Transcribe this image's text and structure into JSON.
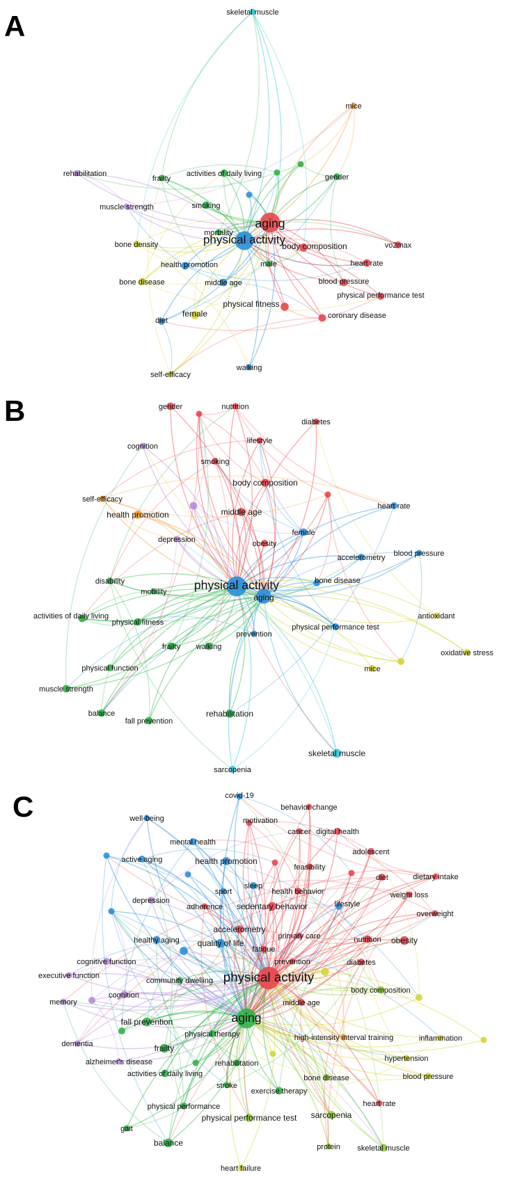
{
  "colors": {
    "red": "#e8464d",
    "cyan": "#35c6d7",
    "orange": "#f39a35",
    "green": "#2fb34a",
    "blue": "#2a8fd8",
    "yellow": "#d6d43a",
    "purple": "#b98ad8",
    "lime": "#8cc83a"
  },
  "panels": [
    {
      "letter": "A",
      "nodes": [
        {
          "id": "skeletal_muscle",
          "label": "skeletal muscle",
          "c": "cyan",
          "w": 1
        },
        {
          "id": "mice",
          "label": "mice",
          "c": "orange",
          "w": 1
        },
        {
          "id": "rehabilitation",
          "label": "rehabilitation",
          "c": "purple",
          "w": 1
        },
        {
          "id": "frailty",
          "label": "frailty",
          "c": "green",
          "w": 1
        },
        {
          "id": "adl",
          "label": "activities of daily living",
          "c": "green",
          "w": 1.2
        },
        {
          "id": "n_g1",
          "label": "",
          "c": "green",
          "w": 1
        },
        {
          "id": "n_g2",
          "label": "",
          "c": "green",
          "w": 1
        },
        {
          "id": "gender",
          "label": "gender",
          "c": "green",
          "w": 1.1
        },
        {
          "id": "muscle_strength",
          "label": "muscle strength",
          "c": "purple",
          "w": 1
        },
        {
          "id": "smoking",
          "label": "smoking",
          "c": "green",
          "w": 1.2
        },
        {
          "id": "n_b1",
          "label": "",
          "c": "blue",
          "w": 1
        },
        {
          "id": "aging",
          "label": "aging",
          "c": "red",
          "w": 3.2
        },
        {
          "id": "bone_density",
          "label": "bone density",
          "c": "yellow",
          "w": 1.1
        },
        {
          "id": "mortality",
          "label": "mortality",
          "c": "green",
          "w": 1
        },
        {
          "id": "physical_activity",
          "label": "physical activity",
          "c": "blue",
          "w": 3.0
        },
        {
          "id": "body_composition",
          "label": "body composition",
          "c": "red",
          "w": 1.3
        },
        {
          "id": "vo2max",
          "label": "vo2max",
          "c": "red",
          "w": 1.1
        },
        {
          "id": "health_promotion",
          "label": "health promotion",
          "c": "blue",
          "w": 1.2
        },
        {
          "id": "male",
          "label": "male",
          "c": "green",
          "w": 1
        },
        {
          "id": "heart_rate",
          "label": "heart rate",
          "c": "red",
          "w": 1.2
        },
        {
          "id": "bone_disease",
          "label": "bone disease",
          "c": "yellow",
          "w": 1.2
        },
        {
          "id": "middle_age",
          "label": "middle age",
          "c": "blue",
          "w": 1.2
        },
        {
          "id": "blood_pressure",
          "label": "blood pressure",
          "c": "red",
          "w": 1.2
        },
        {
          "id": "physical_performance_test",
          "label": "physical performance test",
          "c": "red",
          "w": 1.1
        },
        {
          "id": "physical_fitness",
          "label": "physical fitness",
          "c": "red",
          "w": 1.3
        },
        {
          "id": "female",
          "label": "female",
          "c": "yellow",
          "w": 1.3
        },
        {
          "id": "diet",
          "label": "diet",
          "c": "blue",
          "w": 1.1
        },
        {
          "id": "coronary_disease",
          "label": "coronary disease",
          "c": "red",
          "w": 1.2
        },
        {
          "id": "self_efficacy",
          "label": "self-efficacy",
          "c": "yellow",
          "w": 1
        },
        {
          "id": "walking",
          "label": "walking",
          "c": "blue",
          "w": 1
        }
      ]
    },
    {
      "letter": "B",
      "nodes": [
        {
          "id": "gender",
          "label": "gender",
          "c": "red",
          "w": 1.2
        },
        {
          "id": "n_r1",
          "label": "",
          "c": "red",
          "w": 1
        },
        {
          "id": "nutrition",
          "label": "nutrition",
          "c": "red",
          "w": 1
        },
        {
          "id": "diabetes",
          "label": "diabetes",
          "c": "red",
          "w": 1
        },
        {
          "id": "lifestyle",
          "label": "lifestyle",
          "c": "red",
          "w": 1
        },
        {
          "id": "cognition",
          "label": "cognition",
          "c": "purple",
          "w": 1
        },
        {
          "id": "smoking",
          "label": "smoking",
          "c": "red",
          "w": 1.1
        },
        {
          "id": "body_composition",
          "label": "body composition",
          "c": "red",
          "w": 1.3
        },
        {
          "id": "self_efficacy",
          "label": "self-efficacy",
          "c": "orange",
          "w": 1
        },
        {
          "id": "n_r2",
          "label": "",
          "c": "red",
          "w": 1
        },
        {
          "id": "heart_rate",
          "label": "heart rate",
          "c": "blue",
          "w": 1.1
        },
        {
          "id": "n_p1",
          "label": "",
          "c": "purple",
          "w": 1.2
        },
        {
          "id": "health_promotion",
          "label": "health promotion",
          "c": "orange",
          "w": 1.3
        },
        {
          "id": "middle_age",
          "label": "middle age",
          "c": "red",
          "w": 1.3
        },
        {
          "id": "female",
          "label": "female",
          "c": "blue",
          "w": 1.2
        },
        {
          "id": "depression",
          "label": "depression",
          "c": "purple",
          "w": 1
        },
        {
          "id": "obesity",
          "label": "obesity",
          "c": "red",
          "w": 1.1
        },
        {
          "id": "accelerometry",
          "label": "accelerometry",
          "c": "blue",
          "w": 1.1
        },
        {
          "id": "blood_pressure",
          "label": "blood pressure",
          "c": "blue",
          "w": 1
        },
        {
          "id": "disability",
          "label": "disability",
          "c": "green",
          "w": 1.1
        },
        {
          "id": "physical_activity",
          "label": "physical activity",
          "c": "blue",
          "w": 3.2
        },
        {
          "id": "mobility",
          "label": "mobility",
          "c": "green",
          "w": 1
        },
        {
          "id": "aging",
          "label": "aging",
          "c": "blue",
          "w": 2.4
        },
        {
          "id": "bone_disease",
          "label": "bone disease",
          "c": "blue",
          "w": 1.1
        },
        {
          "id": "adl",
          "label": "activities of daily living",
          "c": "green",
          "w": 1.2
        },
        {
          "id": "physical_fitness",
          "label": "physical fitness",
          "c": "green",
          "w": 1.2
        },
        {
          "id": "antioxidant",
          "label": "antioxidant",
          "c": "yellow",
          "w": 1
        },
        {
          "id": "physical_performance_test",
          "label": "physical performance test",
          "c": "blue",
          "w": 1.1
        },
        {
          "id": "prevention",
          "label": "prevention",
          "c": "blue",
          "w": 1
        },
        {
          "id": "frailty",
          "label": "frailty",
          "c": "green",
          "w": 1.2
        },
        {
          "id": "walking",
          "label": "walking",
          "c": "green",
          "w": 1.2
        },
        {
          "id": "oxidative_stress",
          "label": "oxidative stress",
          "c": "yellow",
          "w": 1.1
        },
        {
          "id": "n_y1",
          "label": "",
          "c": "yellow",
          "w": 1.1
        },
        {
          "id": "mice",
          "label": "mice",
          "c": "yellow",
          "w": 1.1
        },
        {
          "id": "physical_function",
          "label": "physical function",
          "c": "green",
          "w": 1.1
        },
        {
          "id": "muscle_strength",
          "label": "muscle strength",
          "c": "green",
          "w": 1.2
        },
        {
          "id": "balance",
          "label": "balance",
          "c": "green",
          "w": 1.2
        },
        {
          "id": "fall_prevention",
          "label": "fall prevention",
          "c": "green",
          "w": 1.2
        },
        {
          "id": "rehabilitation",
          "label": "rehabilitation",
          "c": "green",
          "w": 1.3
        },
        {
          "id": "skeletal_muscle",
          "label": "skeletal muscle",
          "c": "cyan",
          "w": 1.4
        },
        {
          "id": "sarcopenia",
          "label": "sarcopenia",
          "c": "cyan",
          "w": 1.1
        }
      ]
    },
    {
      "letter": "C",
      "nodes": [
        {
          "id": "covid19",
          "label": "covid-19",
          "c": "blue",
          "w": 1
        },
        {
          "id": "behavior_change",
          "label": "behavior change",
          "c": "red",
          "w": 1
        },
        {
          "id": "motivation",
          "label": "motivation",
          "c": "red",
          "w": 1
        },
        {
          "id": "well_being",
          "label": "well-being",
          "c": "blue",
          "w": 1
        },
        {
          "id": "cancer",
          "label": "cancer",
          "c": "red",
          "w": 1
        },
        {
          "id": "digital_health",
          "label": "digital health",
          "c": "red",
          "w": 1.1
        },
        {
          "id": "mental_health",
          "label": "mental health",
          "c": "blue",
          "w": 1.1
        },
        {
          "id": "adolescent",
          "label": "adolescent",
          "c": "red",
          "w": 1.1
        },
        {
          "id": "n_b1",
          "label": "",
          "c": "blue",
          "w": 1
        },
        {
          "id": "active_aging",
          "label": "active aging",
          "c": "blue",
          "w": 1.1
        },
        {
          "id": "health_promotion",
          "label": "health promotion",
          "c": "blue",
          "w": 1.3
        },
        {
          "id": "n_r1",
          "label": "",
          "c": "red",
          "w": 1
        },
        {
          "id": "feasibility",
          "label": "feasibility",
          "c": "red",
          "w": 1
        },
        {
          "id": "diet",
          "label": "diet",
          "c": "red",
          "w": 1.1
        },
        {
          "id": "dietary_intake",
          "label": "dietary intake",
          "c": "red",
          "w": 1
        },
        {
          "id": "n_r2",
          "label": "",
          "c": "red",
          "w": 1
        },
        {
          "id": "n_b2",
          "label": "",
          "c": "blue",
          "w": 1
        },
        {
          "id": "sleep",
          "label": "sleep",
          "c": "blue",
          "w": 1.1
        },
        {
          "id": "sport",
          "label": "sport",
          "c": "blue",
          "w": 1
        },
        {
          "id": "health_behavior",
          "label": "health behavior",
          "c": "red",
          "w": 1.1
        },
        {
          "id": "weight_loss",
          "label": "weight loss",
          "c": "red",
          "w": 1
        },
        {
          "id": "depression",
          "label": "depression",
          "c": "purple",
          "w": 1.1
        },
        {
          "id": "adherence",
          "label": "adherence",
          "c": "red",
          "w": 1
        },
        {
          "id": "sedentary_behavior",
          "label": "sedentary behavior",
          "c": "red",
          "w": 1.4
        },
        {
          "id": "lifestyle",
          "label": "lifestyle",
          "c": "blue",
          "w": 1.1
        },
        {
          "id": "n_b3",
          "label": "",
          "c": "blue",
          "w": 1
        },
        {
          "id": "overweight",
          "label": "overweight",
          "c": "red",
          "w": 1
        },
        {
          "id": "accelerometry",
          "label": "accelerometry",
          "c": "red",
          "w": 1.3
        },
        {
          "id": "primary_care",
          "label": "primary care",
          "c": "red",
          "w": 1
        },
        {
          "id": "healthy_aging",
          "label": "healthy aging",
          "c": "blue",
          "w": 1.2
        },
        {
          "id": "quality_of_life",
          "label": "quality of life",
          "c": "blue",
          "w": 1.4
        },
        {
          "id": "nutrition",
          "label": "nutrition",
          "c": "red",
          "w": 1.2
        },
        {
          "id": "obesity",
          "label": "obesity",
          "c": "red",
          "w": 1.4
        },
        {
          "id": "fatigue",
          "label": "fatigue",
          "c": "red",
          "w": 1
        },
        {
          "id": "n_b4",
          "label": "",
          "c": "blue",
          "w": 1.3
        },
        {
          "id": "cognitive_function",
          "label": "cognitive function",
          "c": "purple",
          "w": 1.1
        },
        {
          "id": "prevention",
          "label": "prevention",
          "c": "red",
          "w": 1
        },
        {
          "id": "diabetes",
          "label": "diabetes",
          "c": "red",
          "w": 1.1
        },
        {
          "id": "executive_function",
          "label": "executive function",
          "c": "purple",
          "w": 1
        },
        {
          "id": "physical_activity",
          "label": "physical activity",
          "c": "red",
          "w": 3.6
        },
        {
          "id": "n_y1",
          "label": "",
          "c": "yellow",
          "w": 1.3
        },
        {
          "id": "community_dwelling",
          "label": "community dwelling",
          "c": "green",
          "w": 1
        },
        {
          "id": "body_composition",
          "label": "body composition",
          "c": "lime",
          "w": 1.2
        },
        {
          "id": "memory",
          "label": "memory",
          "c": "purple",
          "w": 1
        },
        {
          "id": "n_p1",
          "label": "",
          "c": "purple",
          "w": 1.1
        },
        {
          "id": "cognition",
          "label": "cognition",
          "c": "purple",
          "w": 1.2
        },
        {
          "id": "n_y2",
          "label": "",
          "c": "yellow",
          "w": 1.1
        },
        {
          "id": "middle_age",
          "label": "middle age",
          "c": "red",
          "w": 1.1
        },
        {
          "id": "aging",
          "label": "aging",
          "c": "green",
          "w": 3.2
        },
        {
          "id": "fall_prevention",
          "label": "fall prevention",
          "c": "green",
          "w": 1.4
        },
        {
          "id": "n_g1",
          "label": "",
          "c": "green",
          "w": 1.1
        },
        {
          "id": "physical_therapy",
          "label": "physical therapy",
          "c": "green",
          "w": 1.1
        },
        {
          "id": "hiit",
          "label": "high-intensity interval training",
          "c": "orange",
          "w": 1
        },
        {
          "id": "inflammation",
          "label": "inflammation",
          "c": "yellow",
          "w": 1
        },
        {
          "id": "n_y3",
          "label": "",
          "c": "yellow",
          "w": 1
        },
        {
          "id": "dementia",
          "label": "dementia",
          "c": "purple",
          "w": 1
        },
        {
          "id": "frailty",
          "label": "frailty",
          "c": "green",
          "w": 1.4
        },
        {
          "id": "n_y4",
          "label": "",
          "c": "yellow",
          "w": 1
        },
        {
          "id": "hypertension",
          "label": "hypertension",
          "c": "yellow",
          "w": 1
        },
        {
          "id": "alzheimers",
          "label": "alzheimer's disease",
          "c": "purple",
          "w": 1
        },
        {
          "id": "rehabilitation",
          "label": "rehabilitation",
          "c": "green",
          "w": 1.1
        },
        {
          "id": "n_g2",
          "label": "",
          "c": "green",
          "w": 1
        },
        {
          "id": "bone_disease",
          "label": "bone disease",
          "c": "lime",
          "w": 1.1
        },
        {
          "id": "blood_pressure",
          "label": "blood pressure",
          "c": "yellow",
          "w": 1.1
        },
        {
          "id": "adl",
          "label": "activities of daily living",
          "c": "green",
          "w": 1.2
        },
        {
          "id": "stroke",
          "label": "stroke",
          "c": "green",
          "w": 1
        },
        {
          "id": "exercise_therapy",
          "label": "exercise therapy",
          "c": "green",
          "w": 1.2
        },
        {
          "id": "heart_rate",
          "label": "heart rate",
          "c": "red",
          "w": 1
        },
        {
          "id": "physical_performance",
          "label": "physical performance",
          "c": "green",
          "w": 1.1
        },
        {
          "id": "sarcopenia",
          "label": "sarcopenia",
          "c": "lime",
          "w": 1.3
        },
        {
          "id": "physical_performance_test",
          "label": "physical performance test",
          "c": "lime",
          "w": 1.3
        },
        {
          "id": "gait",
          "label": "gait",
          "c": "green",
          "w": 1
        },
        {
          "id": "balance",
          "label": "balance",
          "c": "green",
          "w": 1.4
        },
        {
          "id": "protein",
          "label": "protein",
          "c": "lime",
          "w": 1
        },
        {
          "id": "skeletal_muscle",
          "label": "skeletal muscle",
          "c": "lime",
          "w": 1.2
        },
        {
          "id": "heart_failure",
          "label": "heart failure",
          "c": "yellow",
          "w": 1
        }
      ]
    }
  ]
}
